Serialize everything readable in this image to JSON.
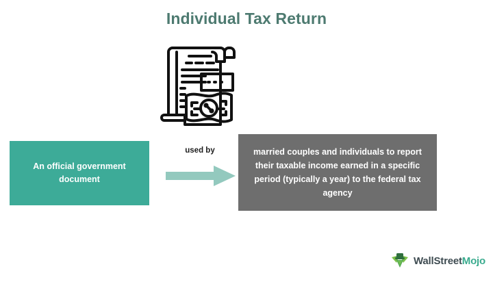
{
  "title": "Individual Tax Return",
  "icon": {
    "name": "tax-document-money-icon",
    "description": "scroll document with banknote showing percent symbol"
  },
  "diagram": {
    "source_box": {
      "text": "An official government document",
      "color": "#3dab98",
      "text_color": "#ffffff"
    },
    "connector": {
      "label": "used by",
      "arrow_icon": "arrow-right-icon",
      "color": "#93c9be"
    },
    "target_box": {
      "text": "married couples and individuals to report their taxable income earned in a specific period (typically a year) to the federal tax agency",
      "color": "#6e6e6e",
      "text_color": "#ffffff"
    }
  },
  "logo": {
    "mark": "wallstreetmojo-bull-icon",
    "text_primary": "WallStreet",
    "text_accent": "Mojo",
    "primary_color": "#3f4c52",
    "accent_color": "#3aab8e"
  },
  "theme": {
    "background": "#ffffff",
    "title_color": "#4d7a70"
  }
}
